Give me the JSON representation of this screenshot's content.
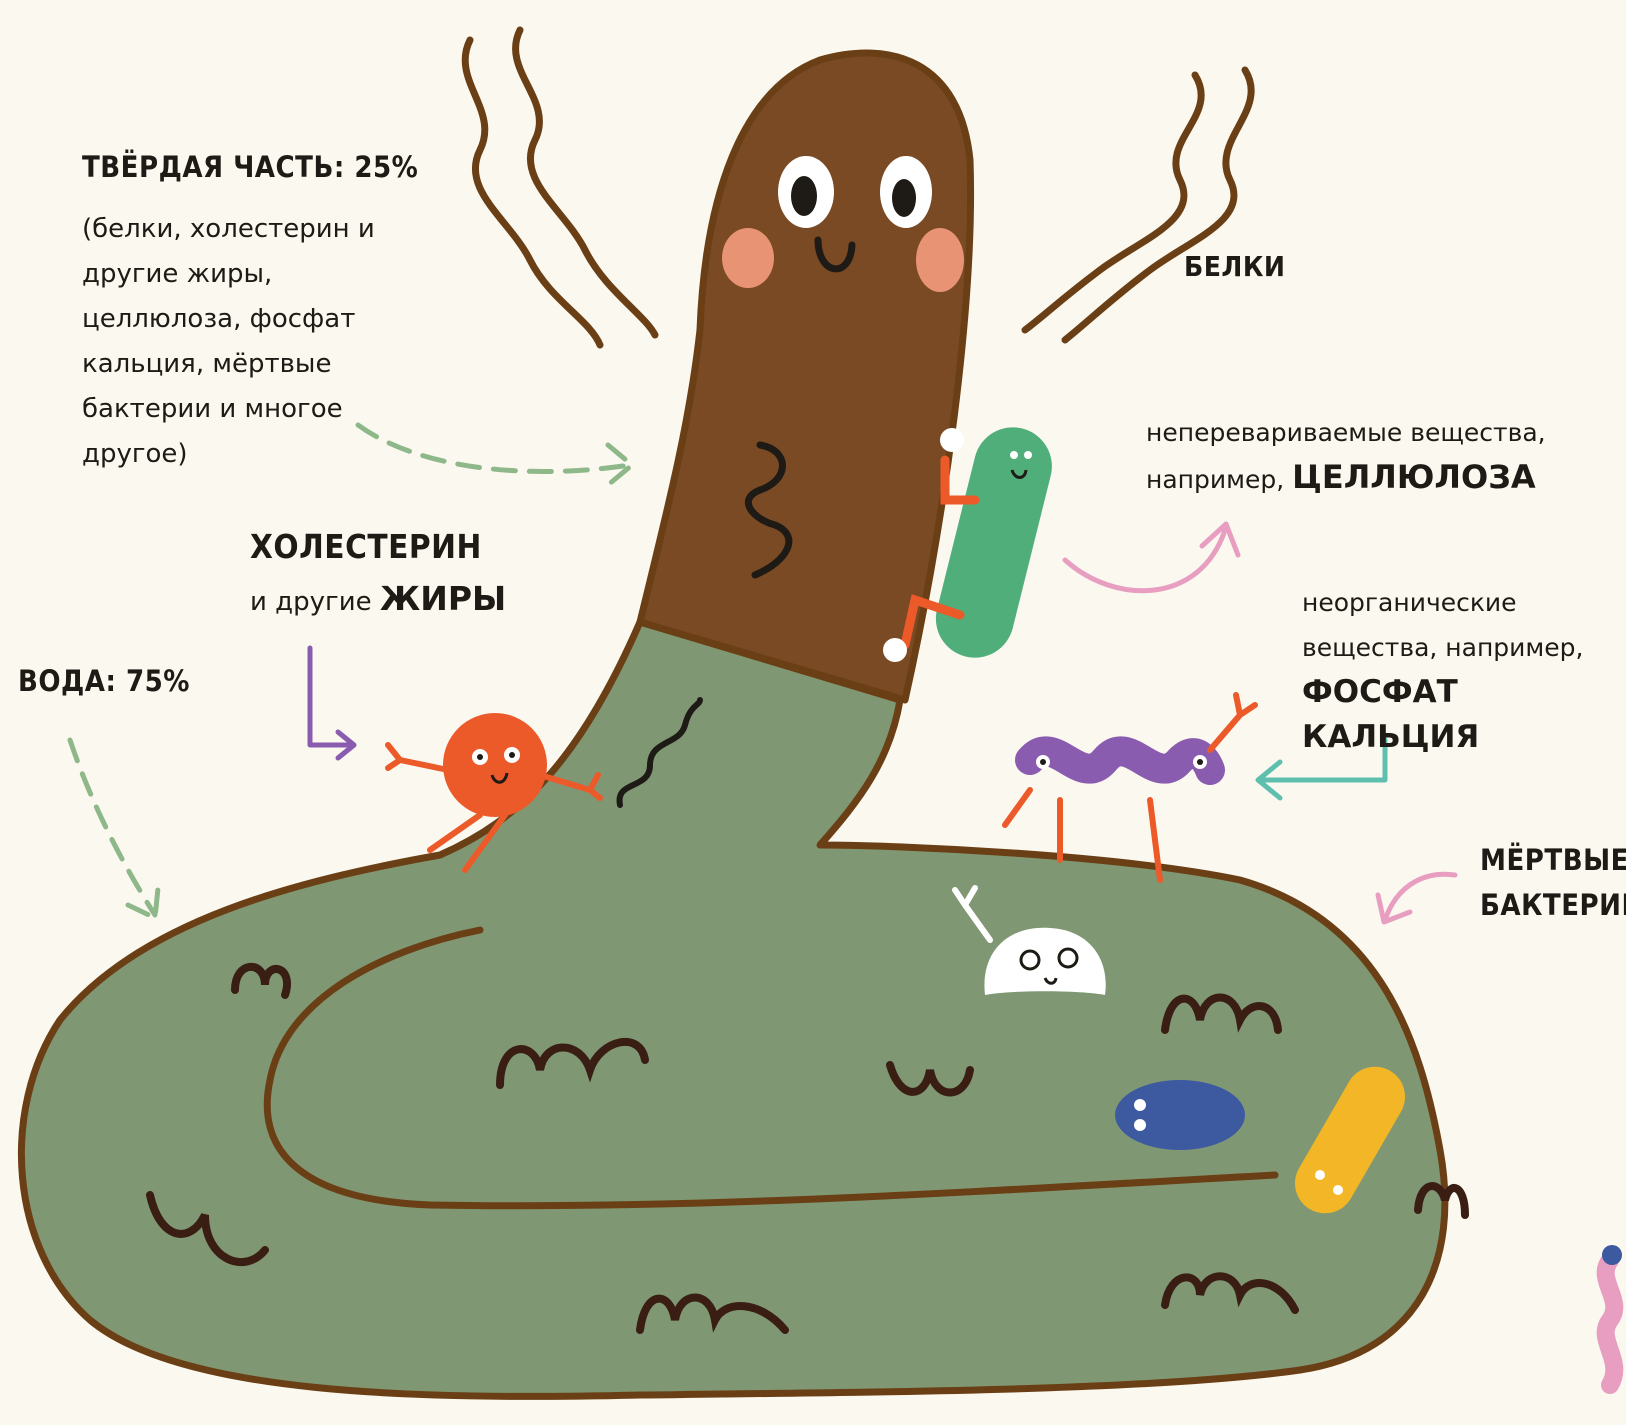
{
  "labels": {
    "solid_part": "ТВЁРДАЯ ЧАСТЬ: 25%",
    "solid_desc": "(белки, холестерин и другие жиры, целлюлоза, фосфат кальция, мёртвые бактерии и многое другое)",
    "cholesterol": "ХОЛЕСТЕРИН",
    "other_fats_prefix": "и другие",
    "fats": "ЖИРЫ",
    "water": "ВОДА: 75%",
    "proteins": "БЕЛКИ",
    "indigestible_prefix": "неперевариваемые вещества, например,",
    "cellulose": "ЦЕЛЛЮЛОЗА",
    "inorganic_prefix": "неорганические вещества, например,",
    "calcium_phosphate": "ФОСФАТ КАЛЬЦИЯ",
    "dead_bacteria": "МЁРТВЫЕ БАКТЕРИИ"
  },
  "colors": {
    "background": "#fbf8ef",
    "solid_brown": "#7a4a24",
    "water_green": "#7f9873",
    "outline": "#6b3f15",
    "text": "#1e1a16",
    "arrow_green": "#8fb88a",
    "arrow_purple": "#8a5cb0",
    "arrow_pink": "#e79ec0",
    "arrow_teal": "#5fbfae",
    "fat_character": "#ec5a2a",
    "protein_waves": "#6b3f15",
    "cellulose_character": "#4fae7a",
    "phosphate_character": "#8a5cb0",
    "bacteria_blue": "#3d5aa0",
    "bacteria_yellow": "#f2b626"
  }
}
